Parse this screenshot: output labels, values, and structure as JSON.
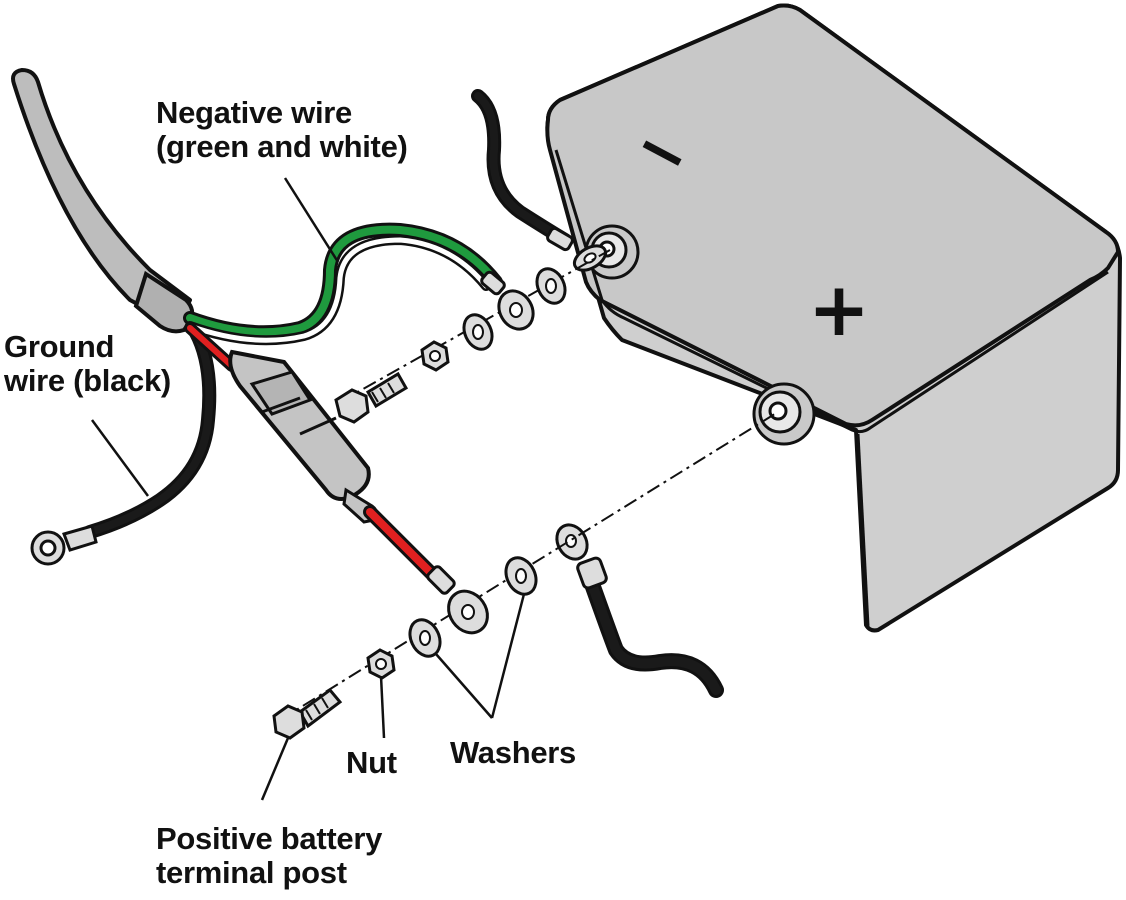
{
  "labels": {
    "negative_wire": [
      "Negative wire",
      "(green and white)"
    ],
    "ground_wire": [
      "Ground",
      "wire (black)"
    ],
    "nut": "Nut",
    "washers": "Washers",
    "positive_post": [
      "Positive battery",
      "terminal post"
    ]
  },
  "battery": {
    "negative_symbol": "−",
    "positive_symbol": "+"
  },
  "colors": {
    "battery_body": "#cfcfcf",
    "battery_top": "#c6c6c6",
    "outline": "#111111",
    "wire_black": "#1a1a1a",
    "wire_green": "#1f9a3e",
    "wire_red": "#e02020",
    "metal": "#dcdcdc",
    "sheath": "#bdbdbd"
  }
}
